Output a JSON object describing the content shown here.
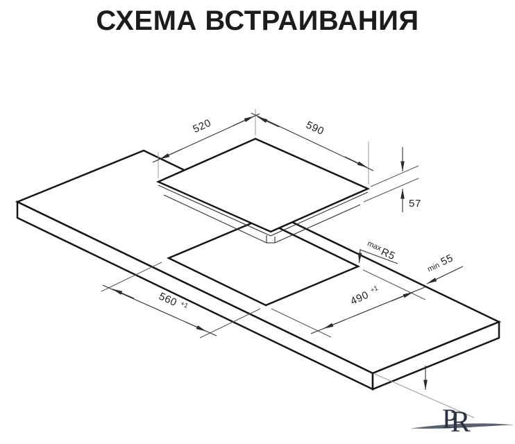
{
  "title": "СХЕМА ВСТРАИВАНИЯ",
  "dimensions": {
    "hob_top_depth": "520",
    "hob_top_width": "590",
    "hob_installed_height": "57",
    "cutout_depth": {
      "value": "560",
      "tolerance": "+1"
    },
    "cutout_width": {
      "value": "490",
      "tolerance": "+1"
    },
    "cutout_corner_radius": {
      "prefix": "max",
      "value": "R5"
    },
    "min_edge_distance": {
      "prefix": "min",
      "value": "55"
    }
  },
  "logo": {
    "letter_back": "P",
    "letter_front": "R"
  },
  "colors": {
    "background": "#ffffff",
    "ink": "#161616",
    "dimension_line": "#2e2e2e",
    "extension_gray": "#9a9a9a",
    "logo_navy": "#2c3242"
  }
}
